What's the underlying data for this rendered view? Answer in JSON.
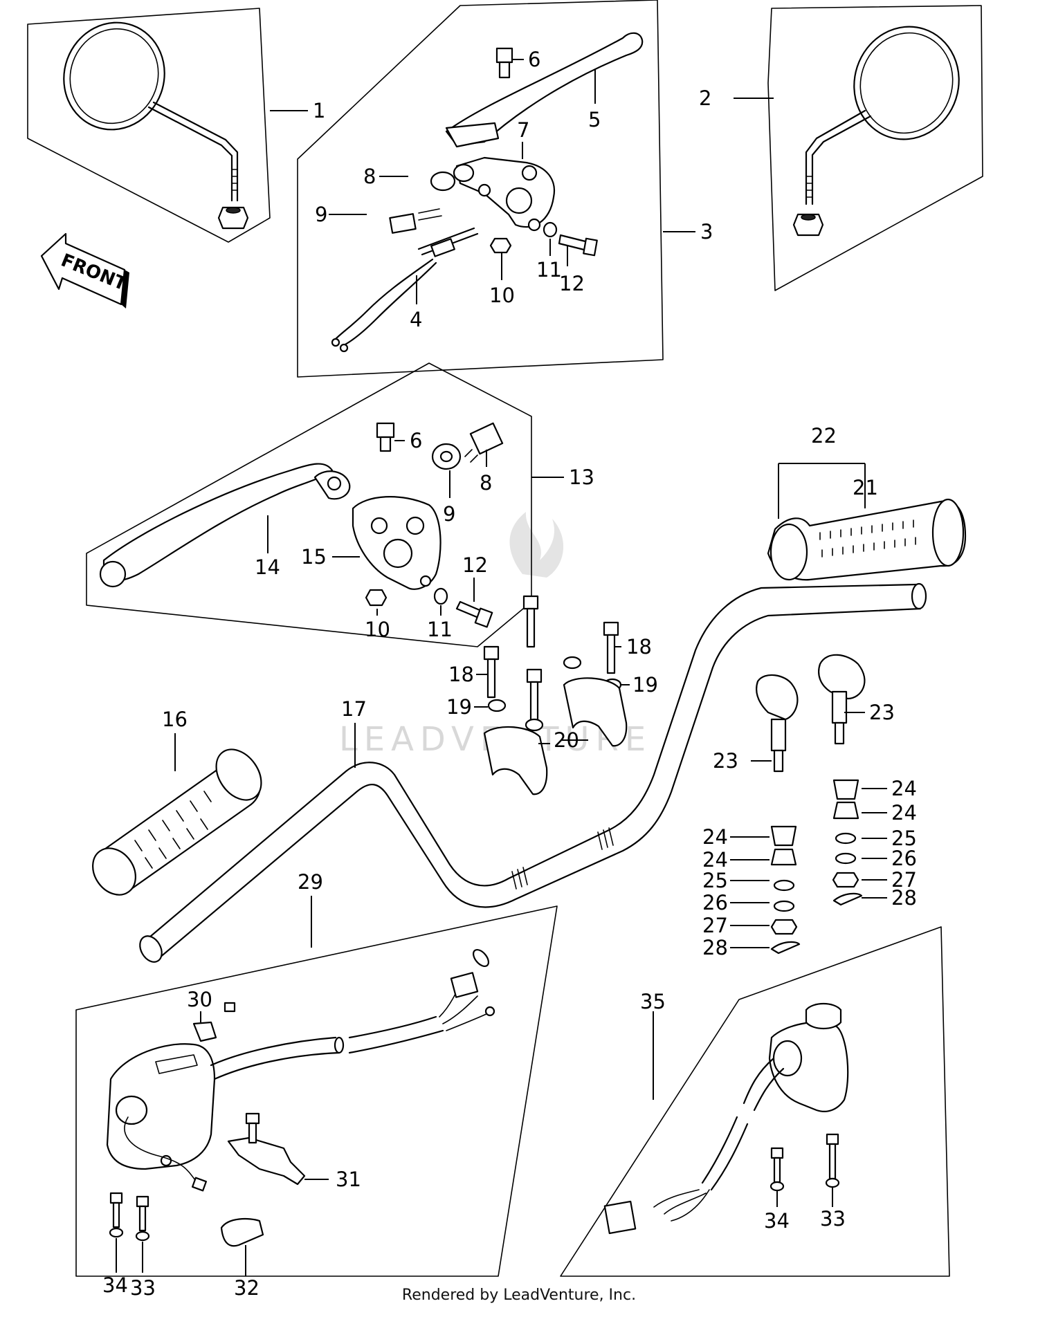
{
  "arrow_label": "FRONT",
  "watermark": "LEADVENTURE",
  "footer": "Rendered by LeadVenture, Inc.",
  "callouts": [
    {
      "id": "c1",
      "text": "1"
    },
    {
      "id": "c2",
      "text": "2"
    },
    {
      "id": "c3",
      "text": "3"
    },
    {
      "id": "c4",
      "text": "4"
    },
    {
      "id": "c5",
      "text": "5"
    },
    {
      "id": "c6a",
      "text": "6"
    },
    {
      "id": "c7",
      "text": "7"
    },
    {
      "id": "c8a",
      "text": "8"
    },
    {
      "id": "c9a",
      "text": "9"
    },
    {
      "id": "c10a",
      "text": "10"
    },
    {
      "id": "c11a",
      "text": "11"
    },
    {
      "id": "c12a",
      "text": "12"
    },
    {
      "id": "c6b",
      "text": "6"
    },
    {
      "id": "c8b",
      "text": "8"
    },
    {
      "id": "c9b",
      "text": "9"
    },
    {
      "id": "c13",
      "text": "13"
    },
    {
      "id": "c14",
      "text": "14"
    },
    {
      "id": "c15",
      "text": "15"
    },
    {
      "id": "c10b",
      "text": "10"
    },
    {
      "id": "c11b",
      "text": "11"
    },
    {
      "id": "c12b",
      "text": "12"
    },
    {
      "id": "c22",
      "text": "22"
    },
    {
      "id": "c21",
      "text": "21"
    },
    {
      "id": "c16",
      "text": "16"
    },
    {
      "id": "c17",
      "text": "17"
    },
    {
      "id": "c18a",
      "text": "18"
    },
    {
      "id": "c18b",
      "text": "18"
    },
    {
      "id": "c19a",
      "text": "19"
    },
    {
      "id": "c19b",
      "text": "19"
    },
    {
      "id": "c20",
      "text": "20"
    },
    {
      "id": "c23a",
      "text": "23"
    },
    {
      "id": "c23b",
      "text": "23"
    },
    {
      "id": "c24a",
      "text": "24"
    },
    {
      "id": "c24b",
      "text": "24"
    },
    {
      "id": "c24c",
      "text": "24"
    },
    {
      "id": "c24d",
      "text": "24"
    },
    {
      "id": "c25a",
      "text": "25"
    },
    {
      "id": "c25b",
      "text": "25"
    },
    {
      "id": "c26a",
      "text": "26"
    },
    {
      "id": "c26b",
      "text": "26"
    },
    {
      "id": "c27a",
      "text": "27"
    },
    {
      "id": "c27b",
      "text": "27"
    },
    {
      "id": "c28a",
      "text": "28"
    },
    {
      "id": "c28b",
      "text": "28"
    },
    {
      "id": "c29",
      "text": "29"
    },
    {
      "id": "c30",
      "text": "30"
    },
    {
      "id": "c31",
      "text": "31"
    },
    {
      "id": "c32",
      "text": "32"
    },
    {
      "id": "c34a",
      "text": "34"
    },
    {
      "id": "c33a",
      "text": "33"
    },
    {
      "id": "c35",
      "text": "35"
    },
    {
      "id": "c34b",
      "text": "34"
    },
    {
      "id": "c33b",
      "text": "33"
    }
  ]
}
